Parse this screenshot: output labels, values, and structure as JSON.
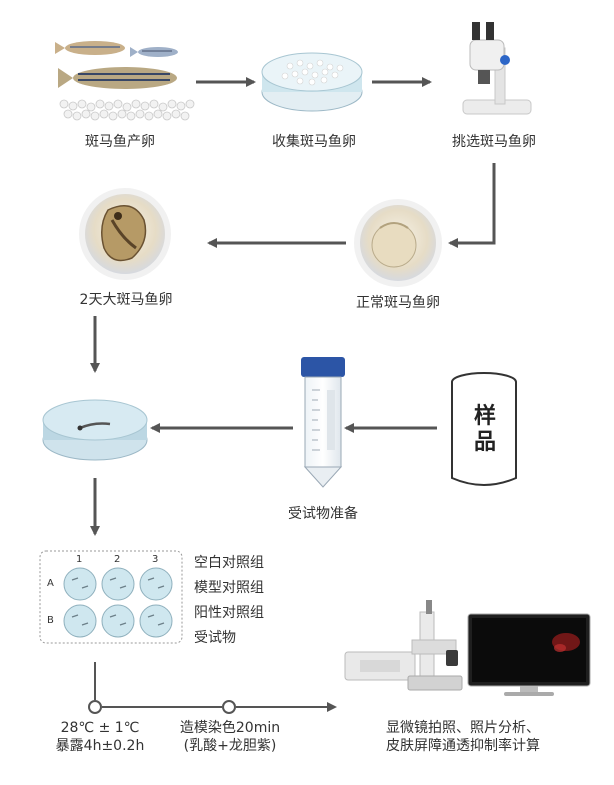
{
  "steps": {
    "spawn": "斑马鱼产卵",
    "collect": "收集斑马鱼卵",
    "select": "挑选斑马鱼卵",
    "normal": "正常斑马鱼卵",
    "day2": "2天大斑马鱼卵",
    "prep": "受试物准备",
    "sample_box": "样品"
  },
  "plate": {
    "cols": [
      "1",
      "2",
      "3"
    ],
    "rows": [
      "A",
      "B"
    ],
    "groups": [
      "空白对照组",
      "模型对照组",
      "阳性对照组",
      "受试物"
    ]
  },
  "timeline": {
    "t1_line1": "28℃ ± 1℃",
    "t1_line2": "暴露4h±0.2h",
    "t2_line1": "造模染色20min",
    "t2_line2": "(乳酸+龙胆紫)",
    "final_line1": "显微镜拍照、照片分析、",
    "final_line2": "皮肤屏障通透抑制率计算"
  },
  "colors": {
    "arrow": "#555555",
    "dish": "#bfe0ea",
    "well": "#cfe7ef"
  }
}
